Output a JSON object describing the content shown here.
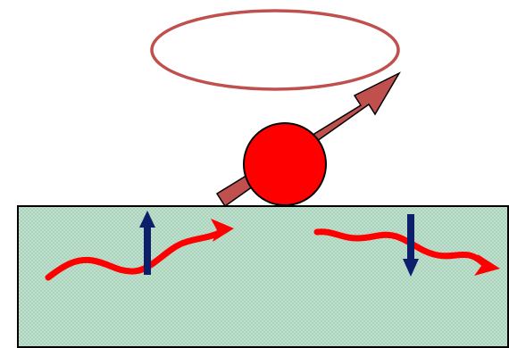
{
  "colors": {
    "background": "#ffffff",
    "surface_fill": "#bfe3cf",
    "surface_hatch": "#a7cdb8",
    "surface_border": "#000000",
    "orbit_ring": "#c0504d",
    "big_arrow": "#c0504d",
    "ball": "#ff0000",
    "wave": "#ff0000",
    "spin_arrow": "#0b1f6a"
  },
  "icons": {
    "surface": "hatched-green-slab",
    "orbit": "ellipse-ring",
    "particle": "red-sphere",
    "big_arrow": "diagonal-up-right-arrow",
    "wave_left": "wavy-arrow-right",
    "wave_right": "wavy-arrow-right",
    "spin_left": "spin-up-arrow",
    "spin_right": "spin-down-arrow"
  }
}
